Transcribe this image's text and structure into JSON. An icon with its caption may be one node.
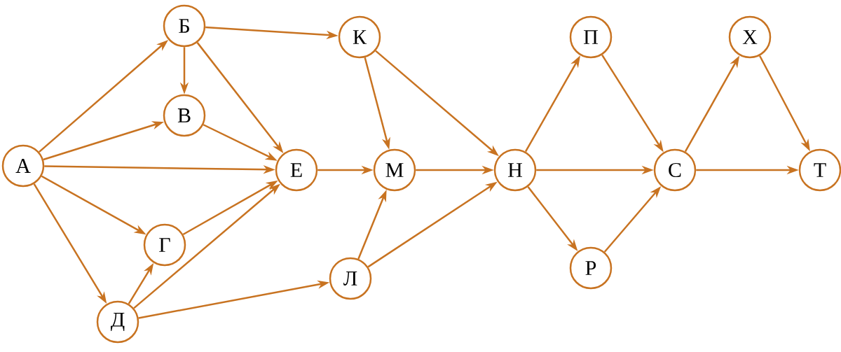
{
  "diagram": {
    "nodes": [
      {
        "text": [
          "А"
        ]
      },
      {
        "text": [
          "Б"
        ]
      },
      {
        "text": [
          "В"
        ]
      },
      {
        "text": [
          "Г"
        ]
      },
      {
        "text": [
          "Д"
        ]
      },
      {
        "text": [
          "Е"
        ]
      },
      {
        "text": [
          "К"
        ]
      },
      {
        "text": [
          "М"
        ]
      },
      {
        "text": [
          "Л"
        ]
      },
      {
        "text": [
          "Н"
        ]
      },
      {
        "text": [
          "П"
        ]
      },
      {
        "text": [
          "Р"
        ]
      },
      {
        "text": [
          "С"
        ]
      },
      {
        "text": [
          "Х"
        ]
      },
      {
        "text": [
          "Т"
        ]
      }
    ],
    "edges": [
      {
        "from": 0,
        "to": 1,
        "arrow": "to"
      },
      {
        "from": 0,
        "to": 2,
        "arrow": "to"
      },
      {
        "from": 0,
        "to": 5,
        "arrow": "to"
      },
      {
        "from": 0,
        "to": 3,
        "arrow": "to"
      },
      {
        "from": 0,
        "to": 4,
        "arrow": "to"
      },
      {
        "from": 1,
        "to": 6,
        "arrow": "to"
      },
      {
        "from": 1,
        "to": 2,
        "arrow": "to"
      },
      {
        "from": 1,
        "to": 5,
        "arrow": "to"
      },
      {
        "from": 2,
        "to": 5,
        "arrow": "to"
      },
      {
        "from": 3,
        "to": 5,
        "arrow": "to"
      },
      {
        "from": 4,
        "to": 3,
        "arrow": "to"
      },
      {
        "from": 4,
        "to": 5,
        "arrow": "to"
      },
      {
        "from": 4,
        "to": 8,
        "arrow": "to"
      },
      {
        "from": 5,
        "to": 7,
        "arrow": "to"
      },
      {
        "from": 6,
        "to": 7,
        "arrow": "to"
      },
      {
        "from": 6,
        "to": 9,
        "arrow": "to"
      },
      {
        "from": 8,
        "to": 7,
        "arrow": "to"
      },
      {
        "from": 8,
        "to": 9,
        "arrow": "to"
      },
      {
        "from": 7,
        "to": 9,
        "arrow": "to"
      },
      {
        "from": 9,
        "to": 10,
        "arrow": "to"
      },
      {
        "from": 9,
        "to": 12,
        "arrow": "to"
      },
      {
        "from": 9,
        "to": 11,
        "arrow": "to"
      },
      {
        "from": 10,
        "to": 12,
        "arrow": "to"
      },
      {
        "from": 11,
        "to": 12,
        "arrow": "to"
      },
      {
        "from": 12,
        "to": 13,
        "arrow": "to"
      },
      {
        "from": 12,
        "to": 14,
        "arrow": "to"
      },
      {
        "from": 13,
        "to": 14,
        "arrow": "to"
      }
    ]
  }
}
